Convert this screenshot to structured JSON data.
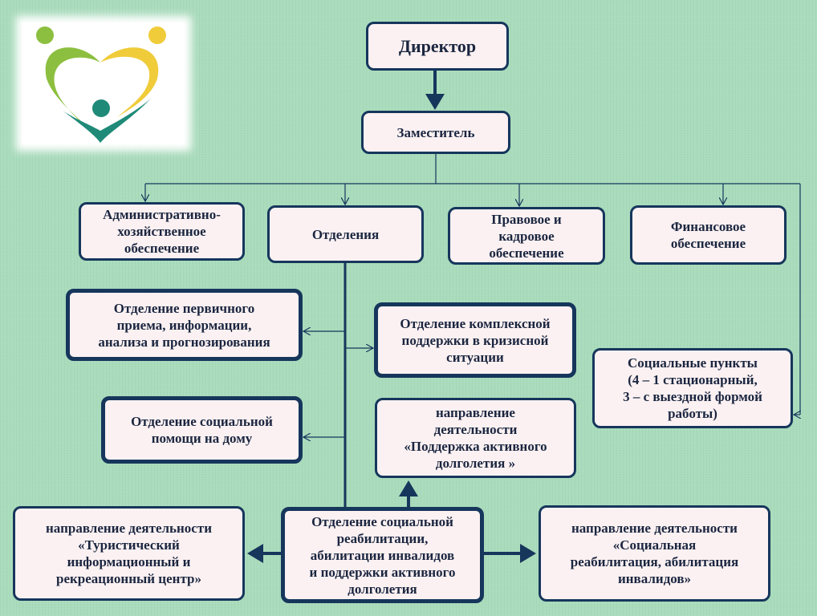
{
  "director": "Директор",
  "deputy": "Заместитель",
  "admin": "Административно-\nхозяйственное\nобеспечение",
  "departments": "Отделения",
  "legal": "Правовое и\nкадровое\nобеспечение",
  "finance": "Финансовое\nобеспечение",
  "primary": "Отделение первичного\nприема, информации,\nанализа и прогнозирования",
  "crisis": "Отделение комплексной\nподдержки в кризисной\nситуации",
  "social_points": "Социальные пункты\n(4 – 1 стационарный,\n3 – с выездной формой\nработы)",
  "home_help": "Отделение социальной\nпомощи на дому",
  "longevity": "направление\nдеятельности\n«Поддержка активного\nдолголетия »",
  "tourist": "направление деятельности\n«Туристический\nинформационный и\nрекреационный центр»",
  "rehab": "Отделение социальной\nреабилитации,\nабилитации инвалидов\nи поддержки активного\nдолголетия",
  "social_rehab": "направление деятельности\n«Социальная\nреабилитация, абилитация\nинвалидов»",
  "colors": {
    "border": "#16365c",
    "fill": "#fbf1f2",
    "background": "#a9dcbc"
  }
}
